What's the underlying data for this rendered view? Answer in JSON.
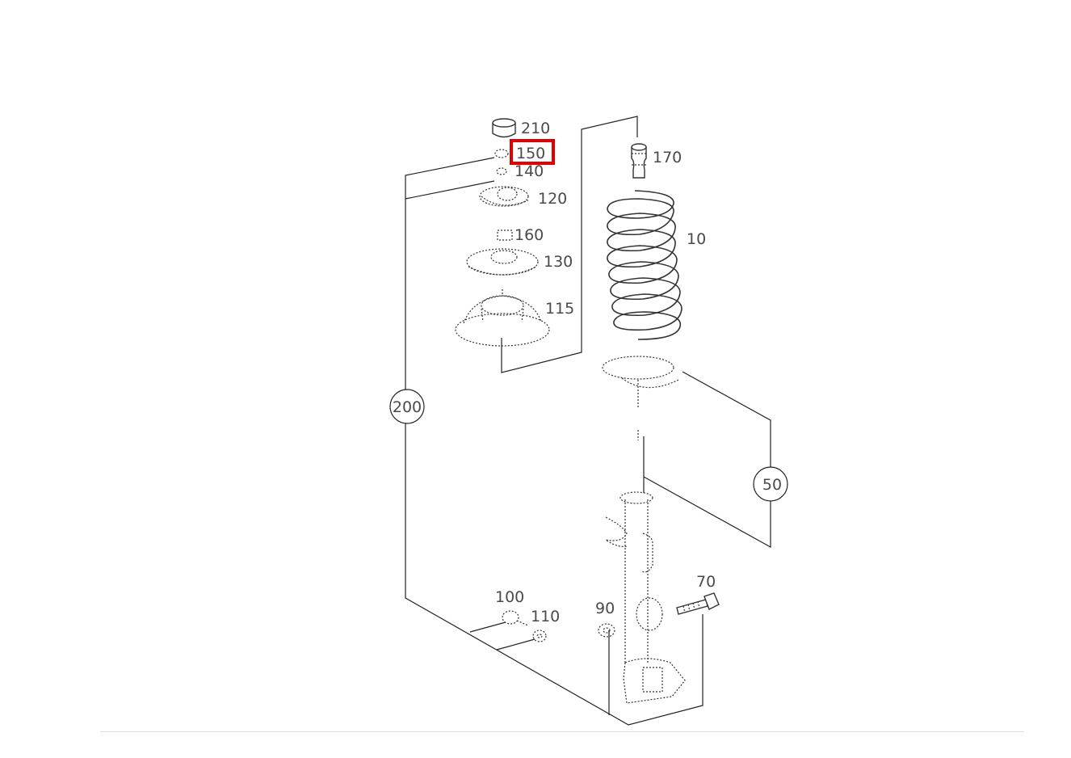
{
  "diagram": {
    "highlighted_part": "150",
    "highlight_color": "#e00000",
    "parts": {
      "p210": "210",
      "p150": "150",
      "p140": "140",
      "p120": "120",
      "p160": "160",
      "p130": "130",
      "p115": "115",
      "p170": "170",
      "p10": "10",
      "p70": "70",
      "p90": "90",
      "p100": "100",
      "p110": "110"
    },
    "assemblies": {
      "a200": "200",
      "a50": "50"
    }
  }
}
